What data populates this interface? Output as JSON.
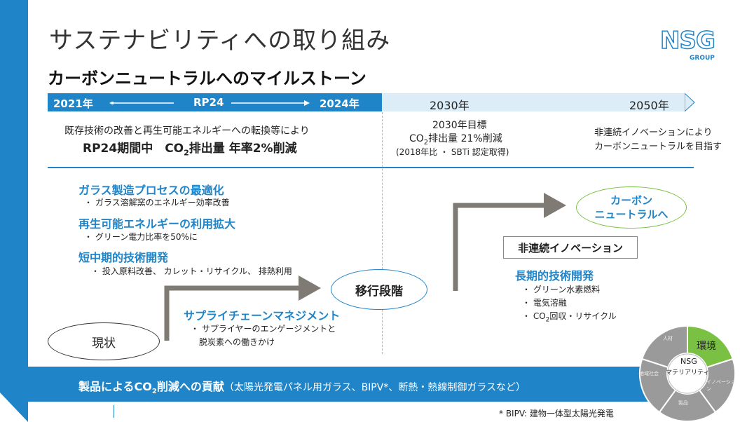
{
  "title": "サステナビリティへの取り組み",
  "logo": {
    "text": "NSG",
    "sub": "GROUP"
  },
  "subtitle": "カーボンニュートラルへのマイルストーン",
  "timeline": {
    "left_start": "2021年",
    "left_mid": "RP24",
    "left_end": "2024年",
    "right_a": "2030年",
    "right_b": "2050年"
  },
  "col1": {
    "line1": "既存技術の改善と再生可能エネルギーへの転換等により",
    "line2_pre": "RP24期間中　CO",
    "line2_sub": "2",
    "line2_post": "排出量 年率2%削減"
  },
  "col2": {
    "line1": "2030年目標",
    "line2_pre": "CO",
    "line2_sub": "2",
    "line2_post": "排出量 21%削減",
    "line3": "(2018年比 ・ SBTi 認定取得)"
  },
  "col3": {
    "line1": "非連続イノベーションにより",
    "line2": "カーボンニュートラルを目指す"
  },
  "items": {
    "glass_h": "ガラス製造プロセスの最適化",
    "glass_b": "・ ガラス溶解窯のエネルギー効率改善",
    "renew_h": "再生可能エネルギーの利用拡大",
    "renew_b": "・ グリーン電力比率を50%に",
    "short_h": "短中期的技術開発",
    "short_b": "・ 投入原料改善、 カレット・リサイクル、 排熱利用",
    "supply_h": "サプライチェーンマネジメント",
    "supply_b1": "・ サプライヤーのエンゲージメントと",
    "supply_b2": "脱炭素への働きかけ"
  },
  "states": {
    "current": "現状",
    "transition": "移行段階",
    "neutral_1": "カーボン",
    "neutral_2": "ニュートラルへ"
  },
  "innovation": {
    "box": "非連続イノベーション",
    "h": "長期的技術開発",
    "b1": "・ グリーン水素燃料",
    "b2": "・ 電気溶融",
    "b3_pre": "・ CO",
    "b3_sub": "2",
    "b3_post": "回収・リサイクル"
  },
  "donut": {
    "center_1": "NSG",
    "center_2": "マテリアリティ",
    "seg_env": "環境",
    "seg_people": "人材",
    "seg_local": "地域社会",
    "seg_products": "製品",
    "seg_innovation": "イノベーション",
    "color_env": "#7ac143",
    "color_other": "#9a9a9a"
  },
  "band": {
    "main_pre": "製品によるCO",
    "main_sub": "2",
    "main_post": "削減への貢献",
    "detail": "（太陽光発電パネル用ガラス、BIPV*、断熱・熱線制御ガラスなど）"
  },
  "footnote": "* BIPV: 建物一体型太陽光発電",
  "colors": {
    "accent": "#1f84c8",
    "light": "#dcedf8",
    "arrow": "#7f7b74"
  }
}
